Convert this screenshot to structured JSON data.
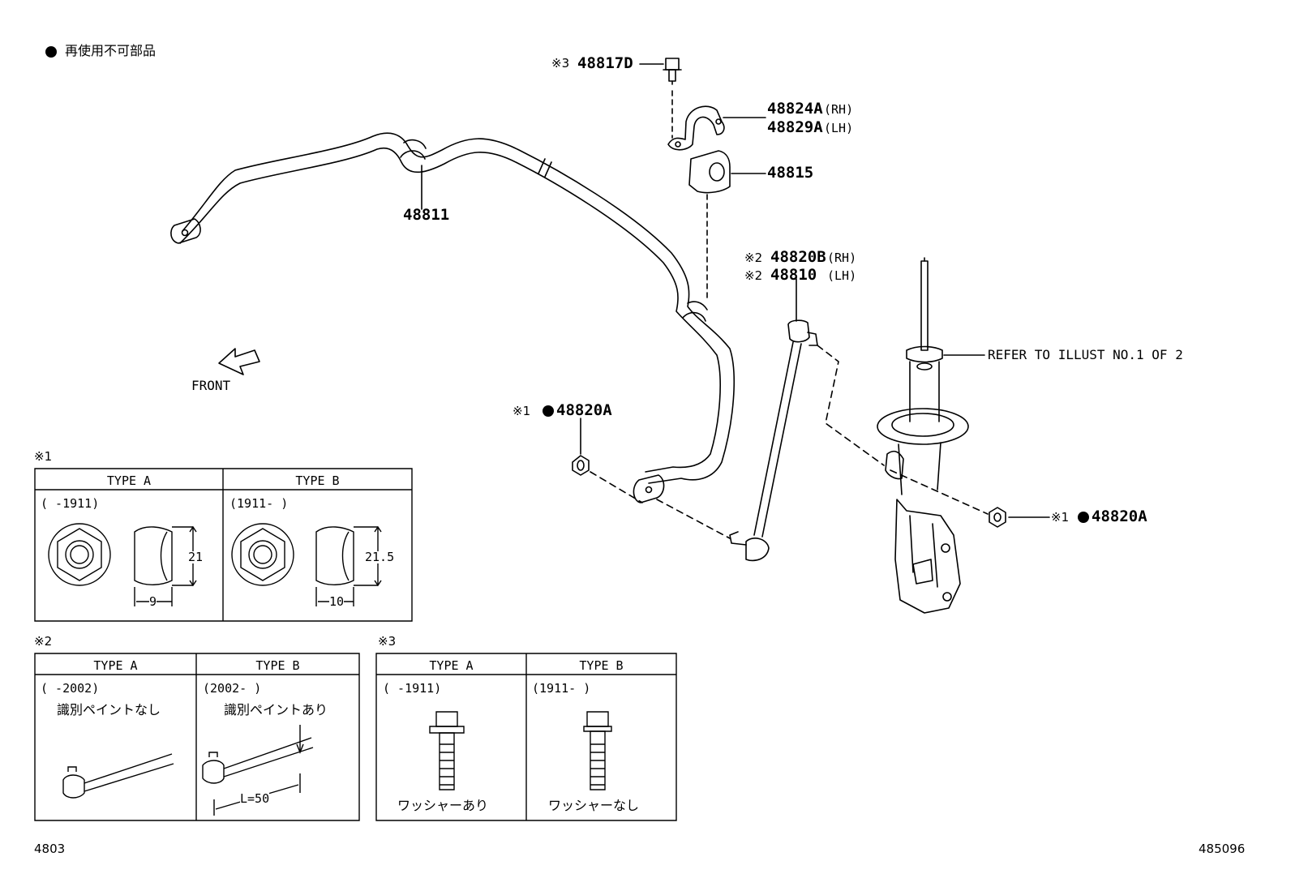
{
  "legend": {
    "bullet_label": "再使用不可部品"
  },
  "front_label": "FRONT",
  "parts": {
    "p48817D": {
      "mark": "※3",
      "code": "48817D"
    },
    "p48824A": {
      "code": "48824A",
      "side": "(RH)"
    },
    "p48829A": {
      "code": "48829A",
      "side": "(LH)"
    },
    "p48815": {
      "code": "48815"
    },
    "p48811": {
      "code": "48811"
    },
    "p48820B": {
      "mark": "※2",
      "code": "48820B",
      "side": "(RH)"
    },
    "p48810": {
      "mark": "※2",
      "code": "48810",
      "side": "(LH)"
    },
    "p48820A_left": {
      "mark": "※1",
      "code": "48820A"
    },
    "p48820A_right": {
      "mark": "※1",
      "code": "48820A"
    }
  },
  "refer_note": "REFER TO ILLUST NO.1 OF 2",
  "table1": {
    "mark": "※1",
    "type_a": {
      "title": "TYPE A",
      "range": "(      -1911)",
      "height": "21",
      "width": "9"
    },
    "type_b": {
      "title": "TYPE B",
      "range": "(1911-      )",
      "height": "21.5",
      "width": "10"
    }
  },
  "table2": {
    "mark": "※2",
    "type_a": {
      "title": "TYPE A",
      "range": "(      -2002)",
      "note": "識別ペイントなし"
    },
    "type_b": {
      "title": "TYPE B",
      "range": "(2002-      )",
      "note": "識別ペイントあり",
      "length": "L=50"
    }
  },
  "table3": {
    "mark": "※3",
    "type_a": {
      "title": "TYPE A",
      "range": "(      -1911)",
      "note": "ワッシャーあり"
    },
    "type_b": {
      "title": "TYPE B",
      "range": "(1911-      )",
      "note": "ワッシャーなし"
    }
  },
  "footer": {
    "left_code": "4803",
    "right_code": "485096"
  }
}
